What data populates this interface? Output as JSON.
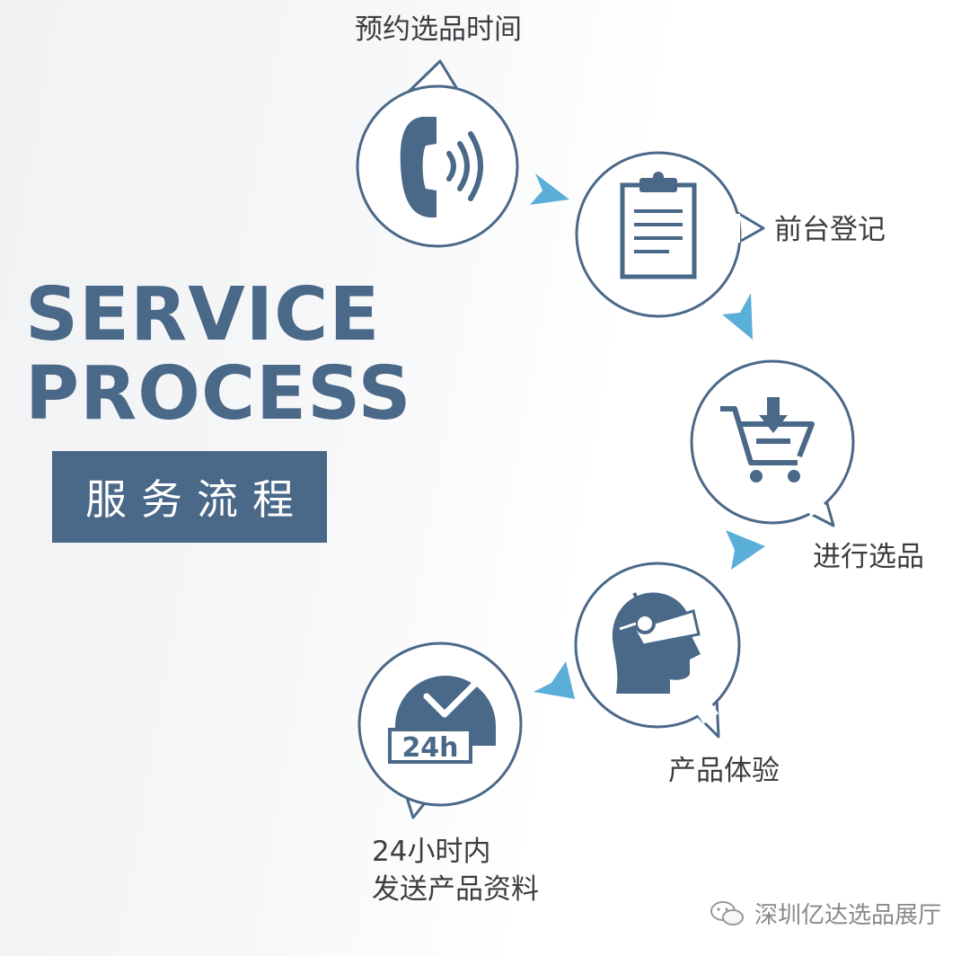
{
  "title": {
    "line1": "SERVICE",
    "line2": "PROCESS",
    "subtitle": "服务流程"
  },
  "steps": [
    {
      "label": "预约选品时间",
      "icon": "phone-icon"
    },
    {
      "label": "前台登记",
      "icon": "clipboard-icon"
    },
    {
      "label": "进行选品",
      "icon": "shopping-cart-download-icon"
    },
    {
      "label": "产品体验",
      "icon": "vr-headset-user-icon"
    },
    {
      "label_line1": "24小时内",
      "label_line2": "发送产品资料",
      "icon": "24h-check-icon",
      "icon_text": "24h"
    }
  ],
  "watermark": {
    "text": "深圳亿达选品展厅",
    "icon": "wechat-icon"
  },
  "colors": {
    "primary": "#4a6888",
    "arrow": "#5aafd8",
    "circle_stroke": "#4a6888",
    "text": "#3b3d40"
  }
}
